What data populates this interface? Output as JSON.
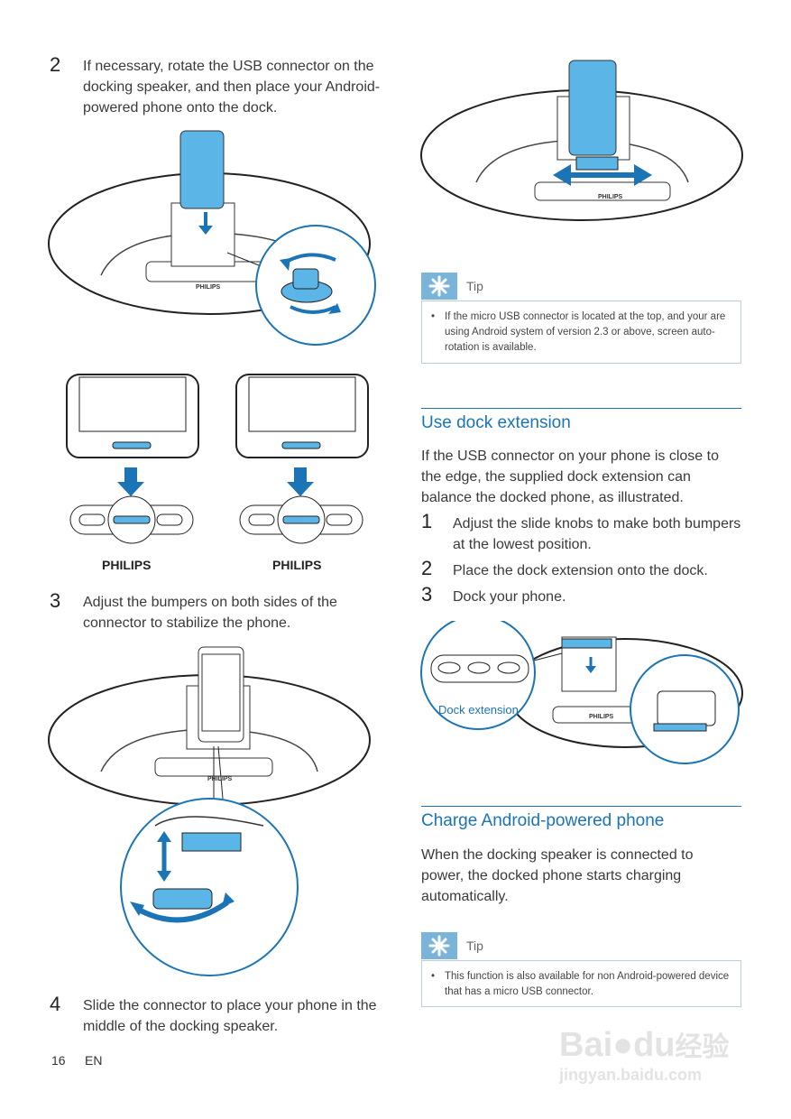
{
  "left": {
    "step2": {
      "num": "2",
      "text": "If necessary, rotate the USB connector on the docking speaker, and then place your Android-powered phone onto the dock."
    },
    "brand_labels": [
      "PHILIPS",
      "PHILIPS"
    ],
    "step3": {
      "num": "3",
      "text": "Adjust the bumpers on both sides of the connector to stabilize the phone."
    },
    "step4": {
      "num": "4",
      "text": "Slide the connector to place your phone in the middle of the docking speaker."
    }
  },
  "right": {
    "tip1": {
      "label": "Tip",
      "bullet": "•",
      "text": "If the micro USB connector is located at the top, and your are using Android system of version 2.3 or above, screen auto-rotation is available."
    },
    "section1": {
      "title": "Use dock extension",
      "intro": "If the USB connector on your phone is close to the edge, the supplied dock extension can balance the docked phone, as illustrated.",
      "steps": [
        {
          "num": "1",
          "text": "Adjust the slide knobs to make both bumpers at the lowest position."
        },
        {
          "num": "2",
          "text": "Place the dock extension onto the dock."
        },
        {
          "num": "3",
          "text": "Dock your phone."
        }
      ],
      "figure_label": "Dock extension"
    },
    "section2": {
      "title": "Charge Android-powered phone",
      "intro": "When the docking speaker is connected to power, the docked phone starts charging automatically."
    },
    "tip2": {
      "label": "Tip",
      "bullet": "•",
      "text": "This function is also available for non Android-powered device that has a micro USB connector."
    }
  },
  "footer": {
    "page": "16",
    "lang": "EN"
  },
  "watermark": {
    "line1": "Bai",
    "line2": "du",
    "line3": "经验",
    "line4": "jingyan.baidu.com"
  },
  "colors": {
    "accent": "#1a74b5",
    "phone_blue": "#5bb5e6",
    "tip_icon": "#7ab4d8"
  }
}
